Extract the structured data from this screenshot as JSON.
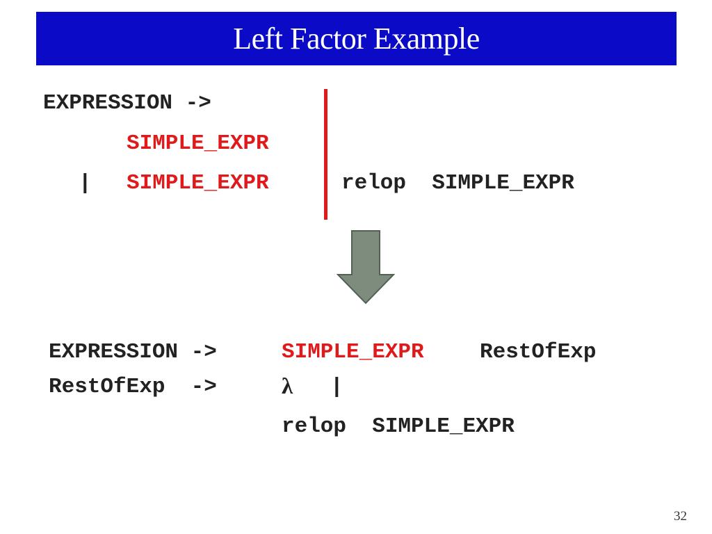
{
  "title": "Left Factor Example",
  "colors": {
    "title_bar": "#0a0ac7",
    "title_text": "#ffffff",
    "highlight": "#e01a1a",
    "code_text": "#222222",
    "arrow_fill": "#7d8c7d",
    "arrow_stroke": "#536053"
  },
  "original": {
    "line1": "EXPRESSION ->",
    "line2_alt1": "SIMPLE_EXPR",
    "line3_bar": "|",
    "line3_alt2": "SIMPLE_EXPR",
    "line3_suffix": "relop  SIMPLE_EXPR"
  },
  "transformed": {
    "line1_lhs": "EXPRESSION ->",
    "line1_factor": "SIMPLE_EXPR",
    "line1_rest": "RestOfExp",
    "line2_lhs": "RestOfExp  ->",
    "line2_lambda": "λ",
    "line2_bar": "|",
    "line3": "relop  SIMPLE_EXPR"
  },
  "icons": {
    "arrow": "down-arrow-icon"
  },
  "page_number": "32"
}
